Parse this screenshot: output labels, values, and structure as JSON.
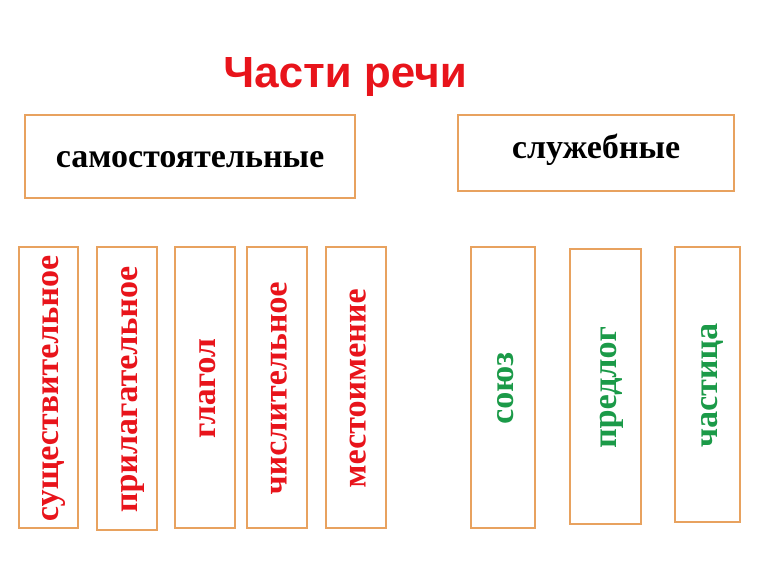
{
  "title": "Части речи",
  "categories": {
    "independent": {
      "label": "самостоятельные",
      "items": [
        "существительное",
        "прилагательное",
        "глагол",
        "числительное",
        "местоимение"
      ]
    },
    "auxiliary": {
      "label": "служебные",
      "items": [
        "союз",
        "предлог",
        "частица"
      ]
    }
  },
  "colors": {
    "title": "#e8141b",
    "independent": "#e8141b",
    "auxiliary": "#1b9a48",
    "border": "#e8a25f"
  }
}
